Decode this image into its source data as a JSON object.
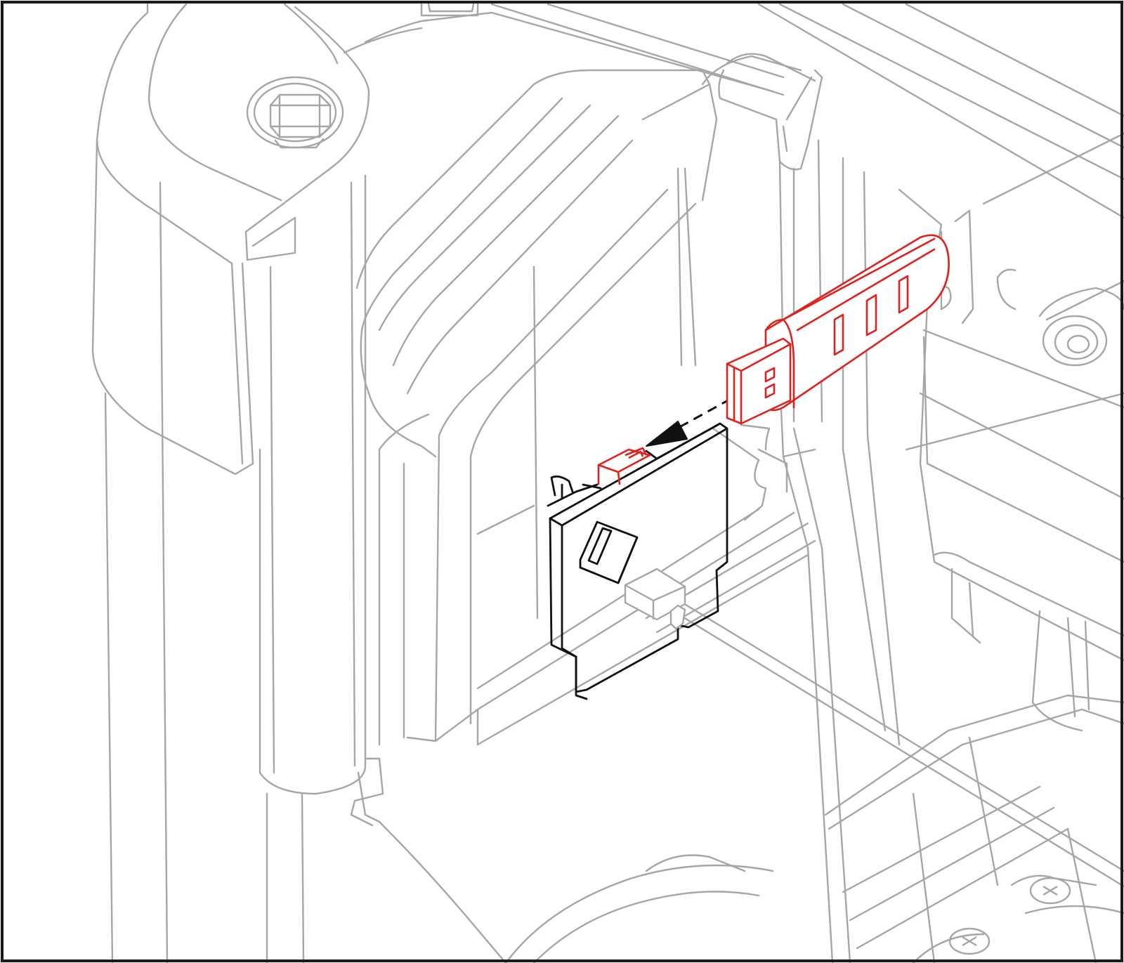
{
  "diagram": {
    "parts": [
      {
        "id": "housing",
        "name": "enclosure-housing"
      },
      {
        "id": "bolt",
        "name": "hex-bolt"
      },
      {
        "id": "board",
        "name": "circuit-board"
      },
      {
        "id": "usb-port",
        "name": "usb-port"
      },
      {
        "id": "cable",
        "name": "cable-connector"
      },
      {
        "id": "usb-drive",
        "name": "usb-flash-drive"
      },
      {
        "id": "arrow",
        "name": "insert-direction-arrow"
      },
      {
        "id": "screws",
        "name": "phillips-screws"
      }
    ],
    "colors": {
      "background": "#ffffff",
      "frame": "#1a1a1a",
      "context_line": "#a6a6a6",
      "focus_line": "#111111",
      "highlight": "#e0201c"
    }
  }
}
